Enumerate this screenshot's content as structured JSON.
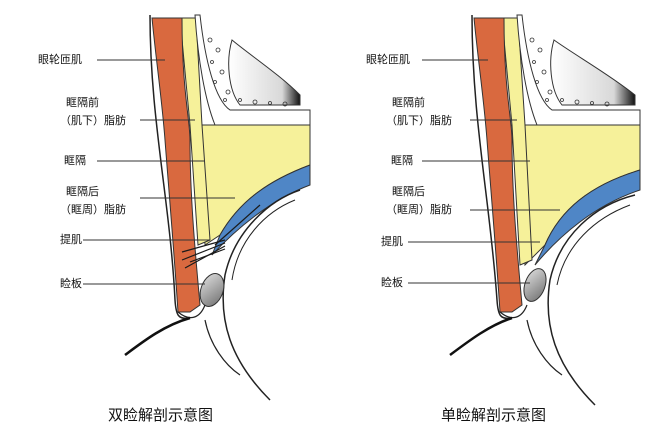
{
  "left_panel": {
    "labels": {
      "muscle": "眼轮匝肌",
      "pre_fat_1": "眶隔前",
      "pre_fat_2": "（肌下）脂肪",
      "septum": "眶隔",
      "post_fat_1": "眶隔后",
      "post_fat_2": "（眶周）脂肪",
      "levator": "提肌",
      "tarsus": "睑板"
    },
    "caption": "双睑解剖示意图"
  },
  "right_panel": {
    "labels": {
      "muscle": "眼轮匝肌",
      "pre_fat_1": "眶隔前",
      "pre_fat_2": "（肌下）脂肪",
      "septum": "眶隔",
      "post_fat_1": "眶隔后",
      "post_fat_2": "（眶周）脂肪",
      "levator": "提肌",
      "tarsus": "睑板"
    },
    "caption": "单睑解剖示意图"
  },
  "colors": {
    "muscle": "#d9693f",
    "fat": "#f6f19a",
    "levator": "#4f86c6",
    "bone": "#ffffff",
    "tarsus": "#a8a8a8"
  }
}
